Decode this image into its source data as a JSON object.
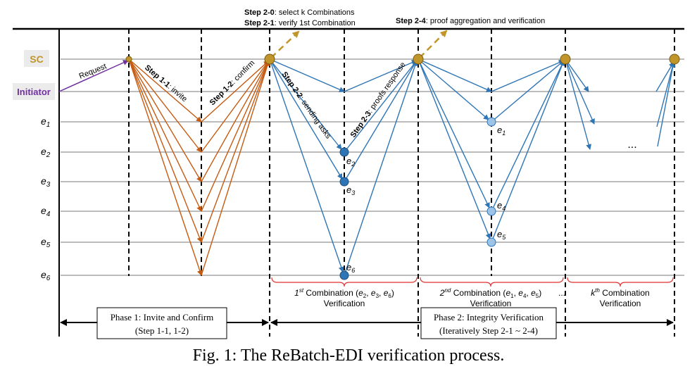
{
  "colors": {
    "sc_node": "#c0952a",
    "initiator": "#7030a0",
    "invite_arrows": "#c55a11",
    "verify_arrows": "#2e75b6",
    "sample_node_dark": "#2e75b6",
    "sample_node_light": "#9dc3e6",
    "brace": "#e03030",
    "lane": "#a6a6a6"
  },
  "lanes": {
    "sc": "SC",
    "initiator": "Initiator",
    "edges": [
      "e1",
      "e2",
      "e3",
      "e4",
      "e5",
      "e6"
    ]
  },
  "top_labels": {
    "step20_bold": "Step 2-0",
    "step20_rest": ": select k Combinations",
    "step21_bold": "Step 2-1",
    "step21_rest": ": verify 1st Combination",
    "step24_bold": "Step 2-4",
    "step24_rest": ": proof aggregation and verification"
  },
  "arrow_labels": {
    "request": "Request",
    "step11_bold": "Step 1-1",
    "step11_rest": ": invite",
    "step12_bold": "Step 1-2",
    "step12_rest": ": confirm",
    "step22_bold": "Step 2-2",
    "step22_rest": ": sending asks",
    "step23_bold": "Step 2-3",
    "step23_rest": ": proofs response"
  },
  "node_labels": {
    "combo1": [
      "e2",
      "e3",
      "e6"
    ],
    "combo2": [
      "e1",
      "e4",
      "e5"
    ]
  },
  "braces": {
    "combo1_line1": "1st Combination (e2, e3, e6)",
    "combo1_line2": "Verification",
    "combo2_line1": "2nd Combination (e1, e4, e5)",
    "combo2_line2": "Verification",
    "ellipsis": "...",
    "comboK_line1": "kth Combination",
    "comboK_line2": "Verification"
  },
  "phases": {
    "phase1_line1": "Phase 1: Invite and Confirm",
    "phase1_line2": "(Step 1-1, 1-2)",
    "phase2_line1": "Phase 2: Integrity Verification",
    "phase2_line2": "(Iteratively Step 2-1 ~ 2-4)"
  },
  "ellipsis_mid": "...",
  "caption": "Fig. 1: The ReBatch-EDI verification process."
}
